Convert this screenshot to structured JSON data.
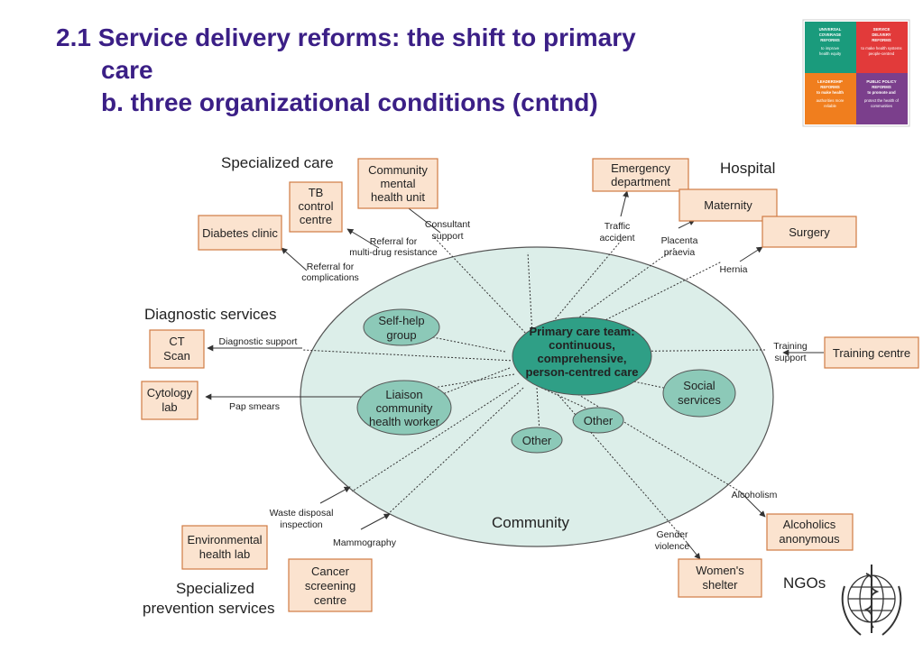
{
  "title": {
    "line1": "2.1 Service delivery reforms: the shift to primary",
    "line2": "care",
    "line3": "b. three organizational conditions (cntnd)"
  },
  "logo": {
    "q1": [
      "UNIVERSAL",
      "COVERAGE",
      "REFORMS",
      "to improve",
      "health equity"
    ],
    "q2": [
      "SERVICE",
      "DELIVERY",
      "REFORMS",
      "to make health systems",
      "people-centred"
    ],
    "q3": [
      "LEADERSHIP",
      "REFORMS",
      "to make health",
      "authorities more",
      "reliable"
    ],
    "q4": [
      "PUBLIC POLICY",
      "REFORMS",
      "to promote and",
      "protect the health of",
      "communities"
    ],
    "colors": {
      "q1": "#1a9b7c",
      "q2": "#e23a3a",
      "q3": "#f07e1e",
      "q4": "#7b3f8c"
    }
  },
  "categories": {
    "specialized_care": "Specialized care",
    "diagnostic": "Diagnostic services",
    "hospital": "Hospital",
    "prevention": [
      "Specialized",
      "prevention services"
    ],
    "ngos": "NGOs",
    "community": "Community"
  },
  "center": [
    "Primary care team:",
    "continuous,",
    "comprehensive,",
    "person-centred care"
  ],
  "ovals": {
    "self_help": [
      "Self-help",
      "group"
    ],
    "liaison": [
      "Liaison",
      "community",
      "health worker"
    ],
    "other1": "Other",
    "other2": "Other",
    "social": [
      "Social",
      "services"
    ]
  },
  "boxes": {
    "diabetes": "Diabetes clinic",
    "tb": [
      "TB",
      "control",
      "centre"
    ],
    "cmhu": [
      "Community",
      "mental",
      "health unit"
    ],
    "emergency": [
      "Emergency",
      "department"
    ],
    "maternity": "Maternity",
    "surgery": "Surgery",
    "ct": [
      "CT",
      "Scan"
    ],
    "cytology": [
      "Cytology",
      "lab"
    ],
    "training": "Training centre",
    "alcoholics": [
      "Alcoholics",
      "anonymous"
    ],
    "womens": [
      "Women's",
      "shelter"
    ],
    "envlab": [
      "Environmental",
      "health lab"
    ],
    "cancer": [
      "Cancer",
      "screening",
      "centre"
    ]
  },
  "links": {
    "consultant": [
      "Consultant",
      "support"
    ],
    "mdr": [
      "Referral for",
      "multi-drug resistance"
    ],
    "complications": [
      "Referral for",
      "complications"
    ],
    "traffic": [
      "Traffic",
      "accident"
    ],
    "placenta": [
      "Placenta",
      "praevia"
    ],
    "hernia": "Hernia",
    "diag_support": "Diagnostic support",
    "pap": "Pap smears",
    "training_support": [
      "Training",
      "support"
    ],
    "alcoholism": "Alcoholism",
    "gender": [
      "Gender",
      "violence"
    ],
    "waste": [
      "Waste disposal",
      "inspection"
    ],
    "mammo": "Mammography"
  }
}
